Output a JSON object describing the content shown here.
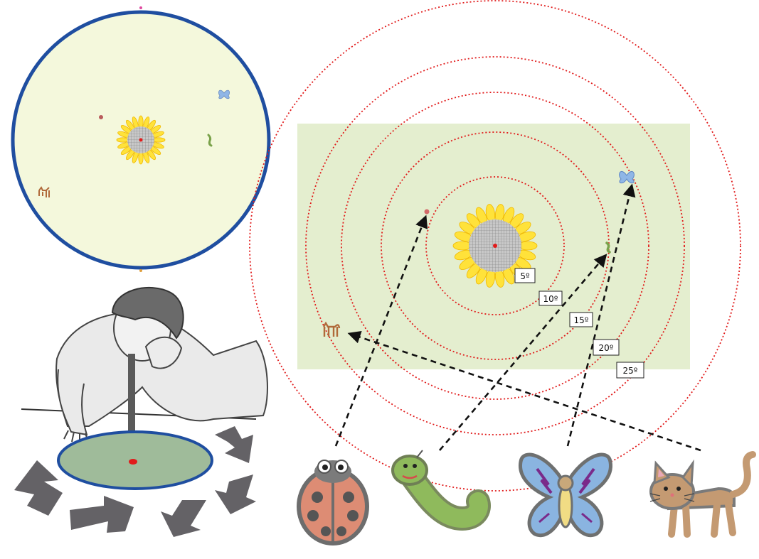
{
  "colors": {
    "board": "#f4f8dc",
    "board_rim": "#1f4ea0",
    "field": "#e4eecf",
    "ring": "#e11b1b",
    "petal": "#ffe23a",
    "petal_edge": "#f0b800",
    "center": "#bfbfbf",
    "arrow": "#111111",
    "table_disc": "#9fbb9a",
    "table_rim": "#1f4ea0",
    "rotation_arrow": "#646266"
  },
  "eccentricity_labels": [
    "5º",
    "10º",
    "15º",
    "20º",
    "25º"
  ],
  "icons": [
    "ladybug-icon",
    "caterpillar-icon",
    "butterfly-icon",
    "cat-icon",
    "sunflower-icon",
    "person-using-perimeter-icon",
    "rotation-arrow-icon"
  ]
}
